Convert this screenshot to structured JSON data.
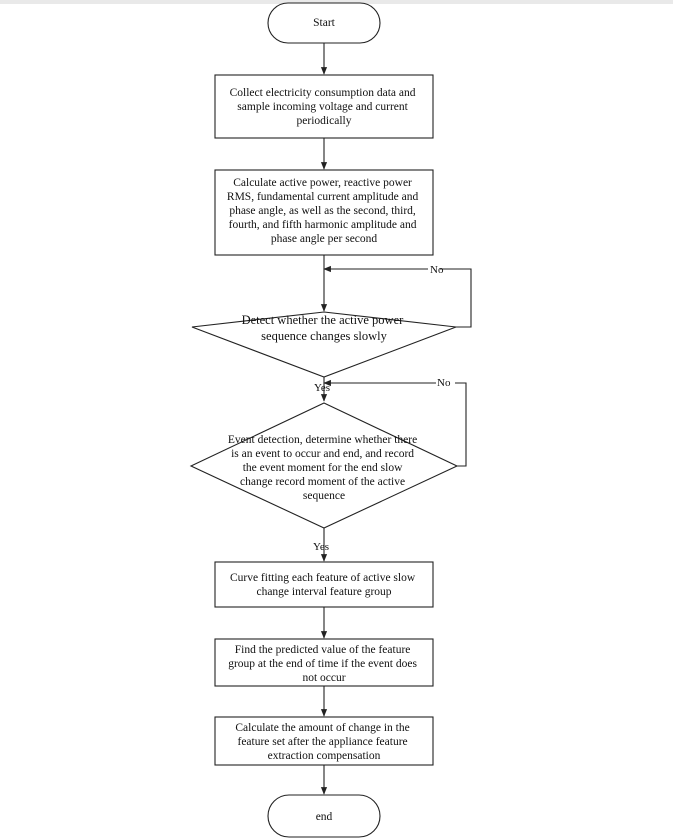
{
  "flowchart": {
    "start_label": "Start",
    "step1": [
      "Collect electricity consumption data and",
      "sample incoming voltage and current",
      "periodically"
    ],
    "step2": [
      "Calculate active power, reactive power",
      "RMS, fundamental current amplitude and",
      "phase angle, as well as the second, third,",
      "fourth, and fifth harmonic amplitude and",
      "phase angle per second"
    ],
    "decision1": [
      "Detect whether the active power",
      "sequence changes slowly"
    ],
    "decision1_no": "No",
    "decision1_yes": "Yes",
    "decision2": [
      "Event detection, determine whether there",
      "is an event to occur and end, and record",
      "the event moment for the end slow",
      "change record moment of the active",
      "sequence"
    ],
    "decision2_no": "No",
    "decision2_yes": "Yes",
    "step3": [
      "Curve fitting each feature of active slow",
      "change interval feature group"
    ],
    "step4": [
      "Find the predicted value of the feature",
      "group at the end of time if the event does",
      "not occur"
    ],
    "step5": [
      "Calculate the amount of change in the",
      "feature set after the appliance feature",
      "extraction compensation"
    ],
    "end_label": "end"
  }
}
